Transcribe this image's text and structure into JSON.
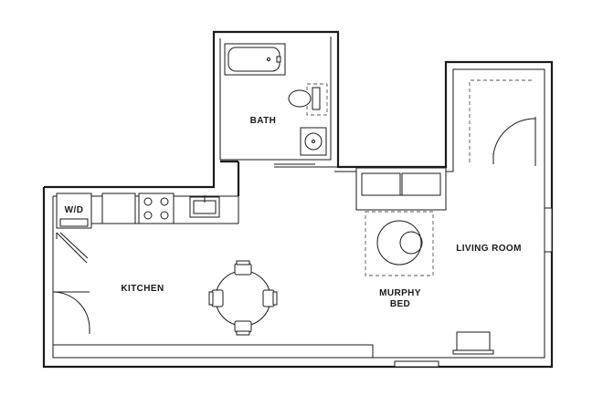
{
  "rooms": {
    "bath": "BATH",
    "kitchen": "KITCHEN",
    "living_room": "LIVING ROOM",
    "murphy_bed_line1": "MURPHY",
    "murphy_bed_line2": "BED"
  },
  "appliances": {
    "washer_dryer": "W/D"
  },
  "colors": {
    "wall": "#1a1a1a",
    "background": "#ffffff"
  }
}
